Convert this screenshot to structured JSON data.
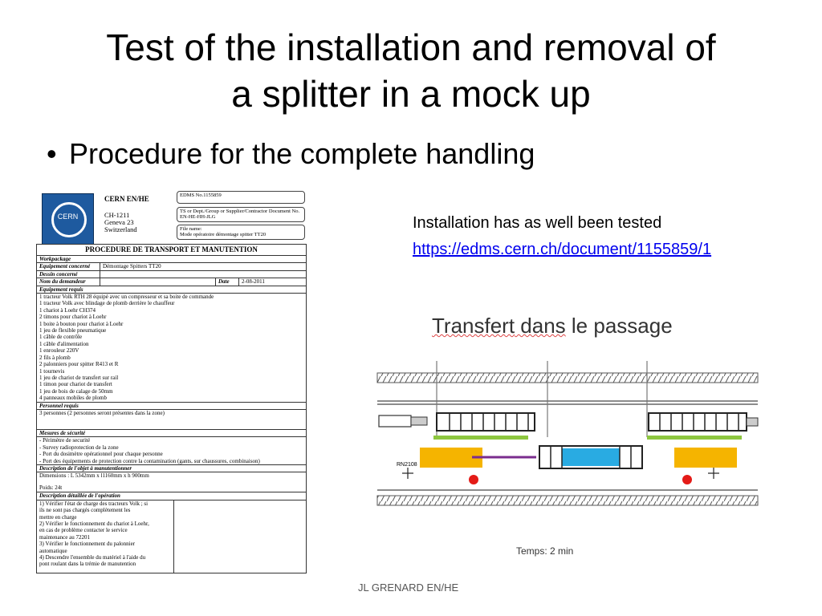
{
  "slide": {
    "title_line1": "Test of the installation and removal of",
    "title_line2": "a splitter in a mock up",
    "bullet_symbol": "•",
    "bullet": "Procedure for the complete handling",
    "note": "Installation has as well been tested",
    "link": "https://edms.cern.ch/document/1155859/1",
    "footer": "JL GRENARD EN/HE"
  },
  "document": {
    "logo_text": "CERN",
    "org": "CERN EN/HE",
    "address": [
      "CH-1211",
      "Geneva 23",
      "Switzerland"
    ],
    "edms": "EDMS No.1155859",
    "ts_label": "TS or Dept./Group or Supplier/Contractor Document No.",
    "ts_value": "EN-HE-HH-JLG",
    "file_label": "File name:",
    "file_value": "Mode opératoire démontage spitter TT20",
    "heading": "PROCEDURE DE TRANSPORT ET MANUTENTION",
    "workpackage_label": "Workpackage",
    "equipement_label": "Equipement concerné",
    "equipement_value": "Démontage Spitters TT20",
    "dessin_label": "Dessin concerné",
    "demandeur_label": "Nom du demandeur",
    "date_label": "Date",
    "date_value": "2-08-2011",
    "equip_requis_label": "Equipement requis",
    "equip_requis": [
      "1 tracteur Volk RTH 28 équipé avec un compresseur et sa boite de commande",
      "1 tracteur Volk avec blindage de plomb derrière le chauffeur",
      "1 chariot à Loehr CH374",
      "2 timons pour chariot à Loehr",
      "1 boite à bouton pour chariot à Loehr",
      "1 jeu de flexible pneumatique",
      "1 câble de contrôle",
      "1 câble d'alimentation",
      "1 enrouleur 220V",
      "2 fils à plomb",
      "2 palonniers pour spitter R413 et R",
      "1 tournevis",
      "1 jeu de chariot de transfert sur rail",
      "1 timon pour chariot de transfert",
      "1 jeu de bois de calage de 50mm",
      "4 panneaux mobiles de plomb"
    ],
    "personnel_label": "Personnel requis",
    "personnel_value": "3 personnes (2 personnes seront présentes dans la zone)",
    "securite_label": "Mesures de sécurité",
    "securite": [
      "- Périmètre de securité",
      "- Survey radioprotection de la zone",
      "- Port du dosimètre opérationnel pour chaque personne",
      "- Port des équipements de protection contre la contamination (gants, sur chaussures, combinaison)"
    ],
    "objet_label": "Description de l'objet à manutentionner",
    "dimensions": "Dimensions : L 5342mm x l1160mm x h 900mm",
    "poids": "Poids: 24t",
    "operation_label": "Description détaillée de l'opération",
    "operations": [
      "1)   Vérifier l'état de charge des tracteurs Volk ; si",
      "       ils ne sont pas chargés complètement les",
      "       mettre en charge",
      "2)   Vérifier le fonctionnement du chariot à Loehr,",
      "       en cas de problème contacter le service",
      "       maintenance au 72201",
      "3)   Vérifier le fonctionnement du palonnier",
      "       automatique",
      "4)   Descendre l'ensemble du matériel à l'aide du",
      "       pont roulant dans la trémie de manutention"
    ]
  },
  "diagram": {
    "title_part1": "Transfert",
    "title_part2": " dans",
    "title_part3": " le passage",
    "marker_label": "RN2108",
    "temps": "Temps: 2 min",
    "colors": {
      "yellow": "#f5b400",
      "cyan": "#29abe2",
      "green": "#8dc63f",
      "purple": "#7b2d8e",
      "red": "#e41b17"
    }
  }
}
